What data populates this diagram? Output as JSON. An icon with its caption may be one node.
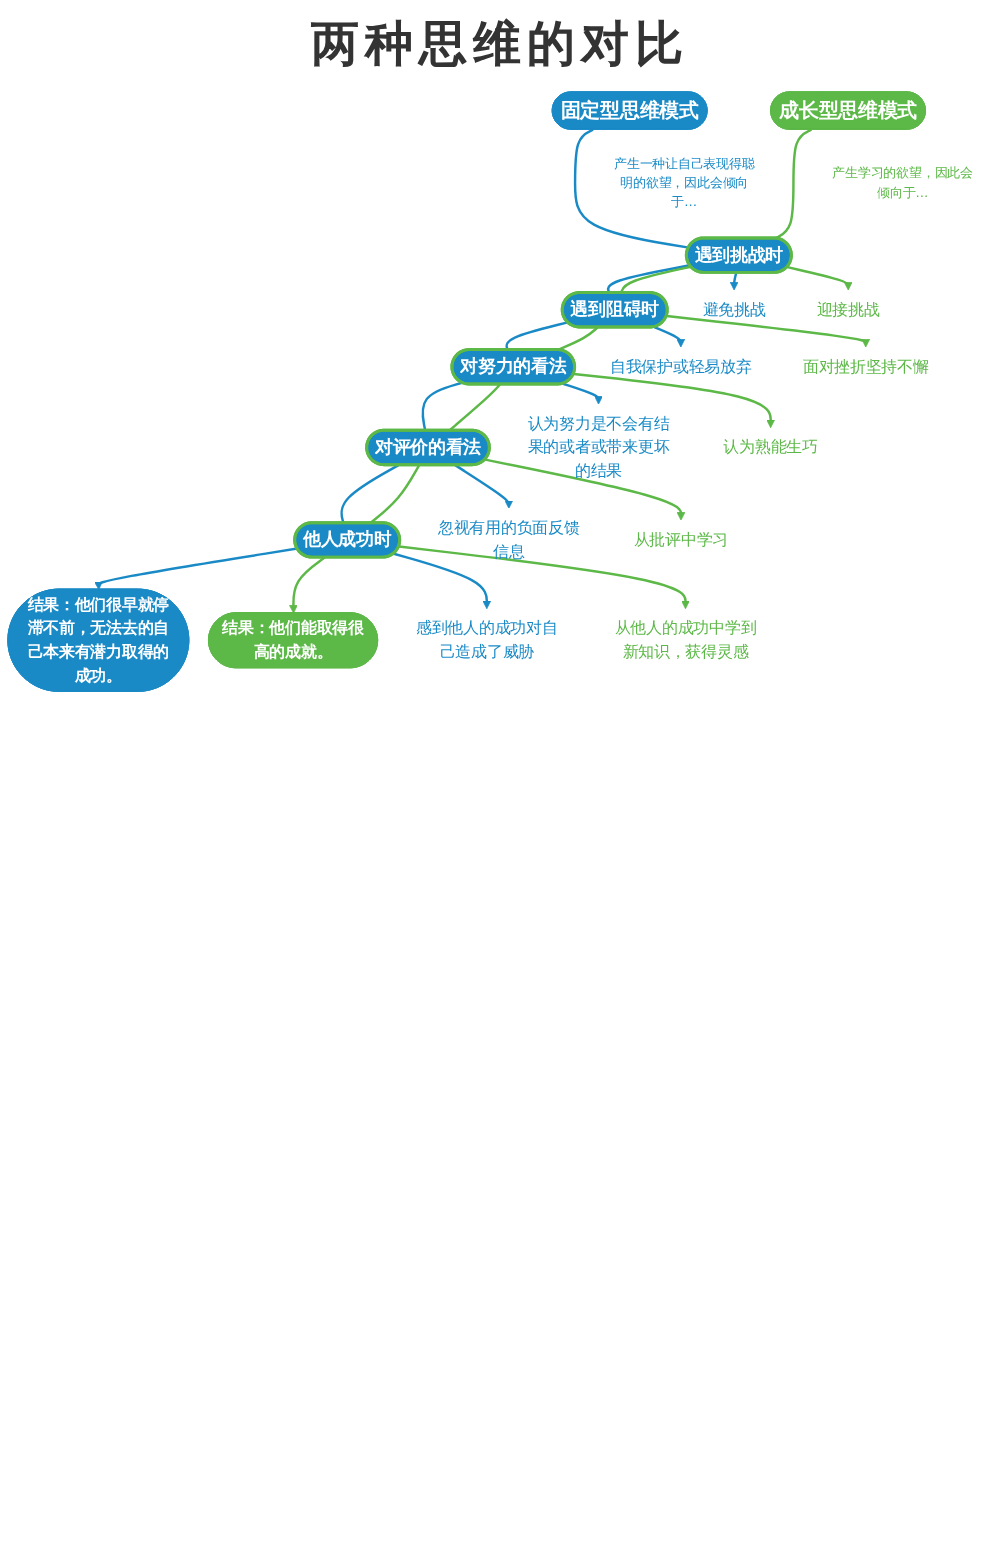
{
  "diagram": {
    "title": "两种思维的对比",
    "nodes": [
      {
        "text": [
          "固定型思维模式"
        ],
        "beside": [
          "产生一种让自己表现得聪明的欲望，因此会倾向于…"
        ]
      },
      {
        "text": [
          "成长型思维模式"
        ],
        "beside": [
          "产生学习的欲望，因此会倾向于…"
        ]
      },
      {
        "text": [
          "避免挑战"
        ]
      },
      {
        "text": [
          "遇到挑战时"
        ]
      },
      {
        "text": [
          "迎接挑战"
        ]
      },
      {
        "text": [
          "自我保护或轻易放弃"
        ]
      },
      {
        "text": [
          "遇到阻碍时"
        ]
      },
      {
        "text": [
          "面对挫折坚持不懈"
        ]
      },
      {
        "text": [
          "认为努力是不会有结果的或者或带来更坏的结果"
        ]
      },
      {
        "text": [
          "对努力的看法"
        ]
      },
      {
        "text": [
          "认为熟能生巧"
        ]
      },
      {
        "text": [
          "忽视有用的负面反馈信息"
        ]
      },
      {
        "text": [
          "对评价的看法"
        ]
      },
      {
        "text": [
          "从批评中学习"
        ]
      },
      {
        "text": [
          "感到他人的成功对自己造成了威胁"
        ]
      },
      {
        "text": [
          "他人成功时"
        ]
      },
      {
        "text": [
          "从他人的成功中学到新知识，获得灵感"
        ]
      },
      {
        "text": [
          "结果：他们很早就停滞不前，无法去的自己本来有潜力取得的成功。"
        ]
      },
      {
        "text": [
          "结果：他们能取得很高的成就。"
        ]
      }
    ],
    "edges": [
      {
        "from": 0,
        "to": 3,
        "arrow": "none",
        "color": "#1a8ac6"
      },
      {
        "from": 3,
        "to": 6,
        "arrow": "none",
        "color": "#1a8ac6"
      },
      {
        "from": 6,
        "to": 9,
        "arrow": "none",
        "color": "#1a8ac6"
      },
      {
        "from": 9,
        "to": 12,
        "arrow": "none",
        "color": "#1a8ac6"
      },
      {
        "from": 12,
        "to": 15,
        "arrow": "none",
        "color": "#1a8ac6"
      },
      {
        "from": 15,
        "to": 17,
        "arrow": "to",
        "color": "#1a8ac6"
      },
      {
        "from": 1,
        "to": 3,
        "arrow": "none",
        "color": "#5cb847"
      },
      {
        "from": 3,
        "to": 6,
        "arrow": "none",
        "color": "#5cb847"
      },
      {
        "from": 6,
        "to": 9,
        "arrow": "none",
        "color": "#5cb847"
      },
      {
        "from": 9,
        "to": 12,
        "arrow": "none",
        "color": "#5cb847"
      },
      {
        "from": 12,
        "to": 15,
        "arrow": "none",
        "color": "#5cb847"
      },
      {
        "from": 15,
        "to": 18,
        "arrow": "to",
        "color": "#5cb847"
      },
      {
        "from": 3,
        "to": 2,
        "arrow": "to",
        "color": "#1a8ac6"
      },
      {
        "from": 3,
        "to": 4,
        "arrow": "to",
        "color": "#5cb847"
      },
      {
        "from": 6,
        "to": 5,
        "arrow": "to",
        "color": "#1a8ac6"
      },
      {
        "from": 6,
        "to": 7,
        "arrow": "to",
        "color": "#5cb847"
      },
      {
        "from": 9,
        "to": 8,
        "arrow": "to",
        "color": "#1a8ac6"
      },
      {
        "from": 9,
        "to": 10,
        "arrow": "to",
        "color": "#5cb847"
      },
      {
        "from": 12,
        "to": 11,
        "arrow": "to",
        "color": "#1a8ac6"
      },
      {
        "from": 12,
        "to": 13,
        "arrow": "to",
        "color": "#5cb847"
      },
      {
        "from": 15,
        "to": 14,
        "arrow": "to",
        "color": "#1a8ac6"
      },
      {
        "from": 15,
        "to": 16,
        "arrow": "to",
        "color": "#5cb847"
      }
    ]
  }
}
